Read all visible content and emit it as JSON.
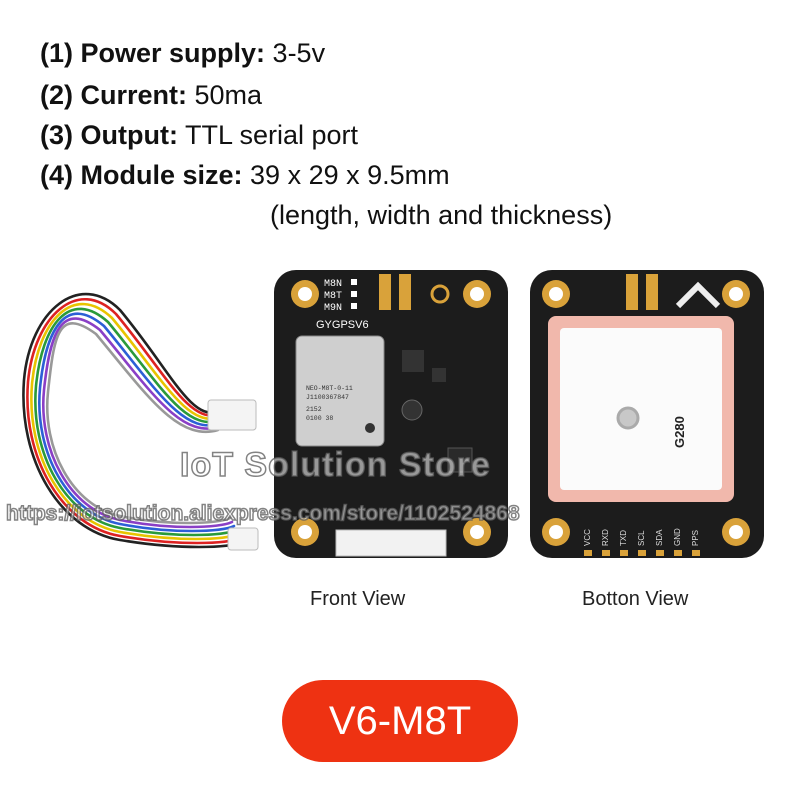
{
  "specs": [
    {
      "label": "(1) Power supply:",
      "value": "3-5v"
    },
    {
      "label": "(2) Current:",
      "value": "50ma"
    },
    {
      "label": "(3) Output:",
      "value": "TTL serial port"
    },
    {
      "label": "(4) Module size:",
      "value": "39 x 29 x 9.5mm"
    }
  ],
  "spec_note": "(length, width and thickness)",
  "front_board": {
    "variants": [
      "M8N",
      "M8T",
      "M9N"
    ],
    "brand": "GYGPSV6",
    "module_text": [
      "NEO-M8T-0-11",
      "J1100367847",
      "2152",
      "0100 38"
    ]
  },
  "back_board": {
    "antenna_text": "G280",
    "pins": [
      "VCC",
      "RXD",
      "TXD",
      "SCL",
      "SDA",
      "GND",
      "PPS"
    ]
  },
  "views": {
    "front": "Front View",
    "back": "Botton View"
  },
  "watermark": {
    "store": "IoT Solution Store",
    "url": "https://iotsolution.aliexpress.com/store/1102524868"
  },
  "model": "V6-M8T",
  "colors": {
    "badge": "#ee3212",
    "pcb": "#1c1c1c",
    "gold": "#d9a23a",
    "antenna_border": "#f1b8ac"
  }
}
